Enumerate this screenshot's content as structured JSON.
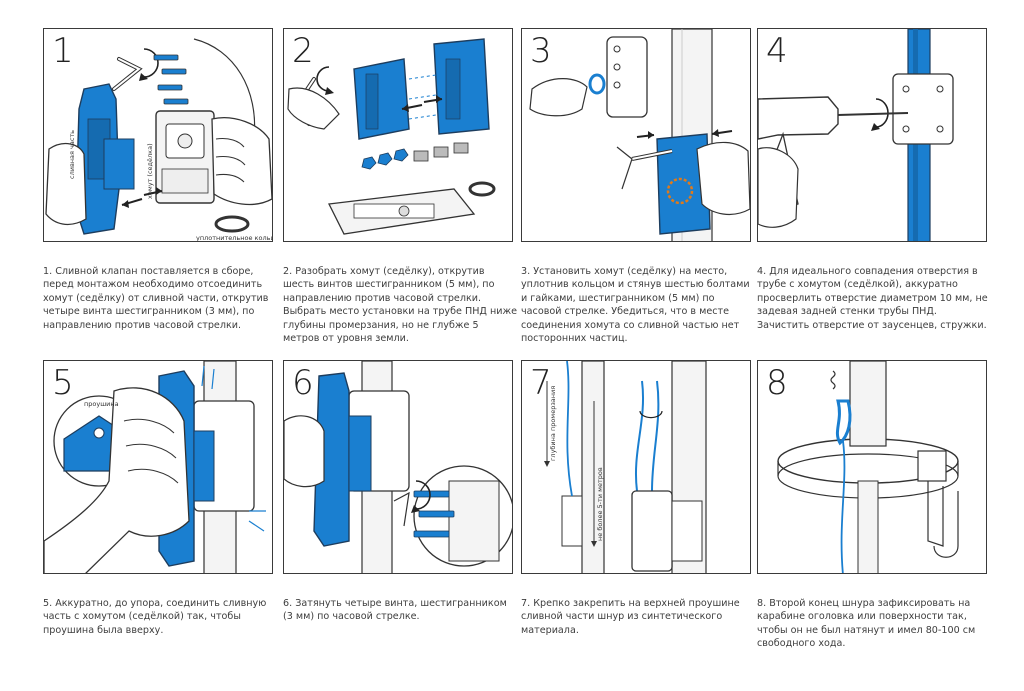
{
  "colors": {
    "accent_blue": "#1a7fd0",
    "line": "#333333",
    "shade": "#eeeeee"
  },
  "steps": [
    {
      "num": "1",
      "caption": "1. Сливной клапан поставляется в сборе, перед монтажом необходимо отсоединить хомут (седёлку) от сливной части, открутив четыре винта шестигранником (3 мм), по направлению против часовой стрелки.",
      "labels": {
        "drain": "сливная часть",
        "clamp": "хомут (седёлка)",
        "ring": "уплотнительное кольцо"
      }
    },
    {
      "num": "2",
      "caption": "2. Разобрать хомут (седёлку), открутив шесть винтов шестигранником (5 мм), по направлению против часовой стрелки. Выбрать место установки на трубе ПНД ниже глубины промерзания, но не глубже 5 метров от уровня земли."
    },
    {
      "num": "3",
      "caption": "3. Установить хомут (седёлку) на место, уплотнив кольцом и стянув шестью болтами и гайками, шестигранником (5 мм) по часовой стрелке. Убедиться, что в месте соединения хомута со сливной частью нет посторонних частиц."
    },
    {
      "num": "4",
      "caption": "4. Для идеального совпадения отверстия в трубе с хомутом (седёлкой), аккуратно просверлить отверстие диаметром 10 мм, не задевая задней стенки трубы ПНД. Зачистить отверстие от заусенцев, стружки."
    },
    {
      "num": "5",
      "caption": "5. Аккуратно, до упора, соединить сливную часть с хомутом (седёлкой) так, чтобы проушина была вверху.",
      "labels": {
        "lug": "проушина"
      }
    },
    {
      "num": "6",
      "caption": "6. Затянуть четыре винта, шестигранником (3 мм) по часовой стрелке."
    },
    {
      "num": "7",
      "caption": "7. Крепко закрепить на верхней проушине сливной части шнур из синтетического материала.",
      "labels": {
        "depth": "глубина промерзания",
        "max": "не более 5-ти метров"
      }
    },
    {
      "num": "8",
      "caption": "8. Второй конец шнура зафиксировать на карабине оголовка или поверхности так, чтобы он не был натянут и имел 80-100 см свободного хода."
    }
  ]
}
